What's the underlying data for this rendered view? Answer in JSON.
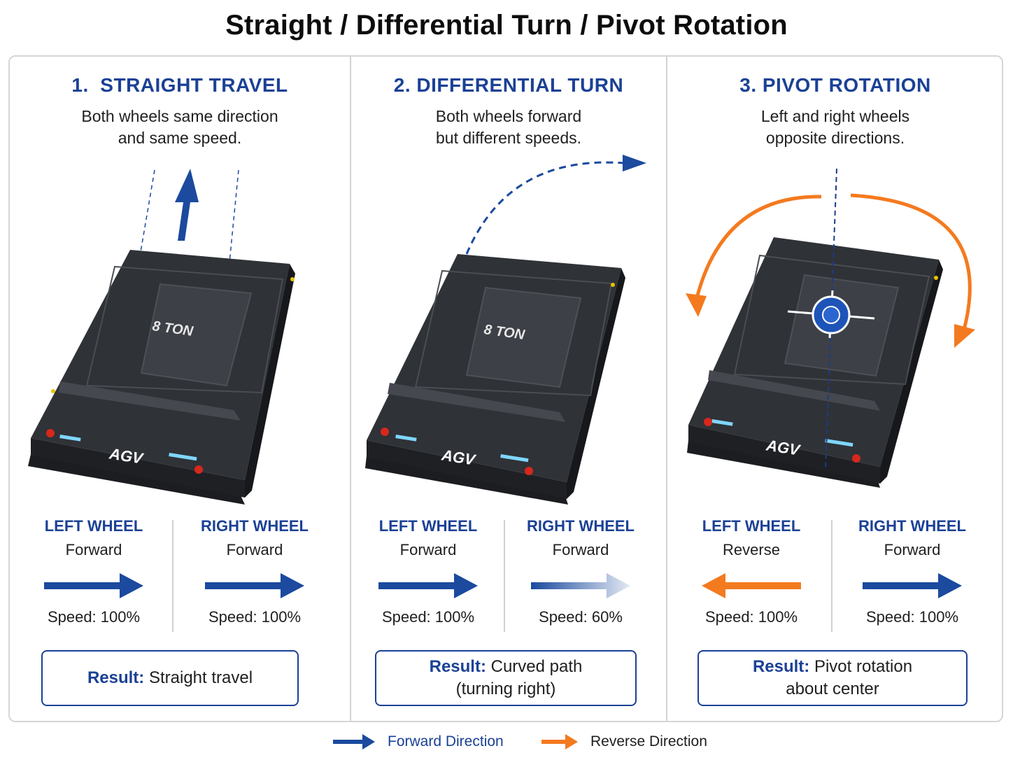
{
  "title": "Straight / Differential Turn / Pivot Rotation",
  "colors": {
    "forward": "#1b4a9e",
    "reverse": "#f47a1f",
    "accent_text": "#1b4196",
    "agv_body": "#3a3d42"
  },
  "panels": [
    {
      "title": "1.  STRAIGHT TRAVEL",
      "desc": [
        "Both wheels same direction",
        "and same speed."
      ],
      "agv_label": "8 TON",
      "agv_brand": "AGV",
      "left": {
        "label": "LEFT WHEEL",
        "direction": "Forward",
        "speed": "Speed: 100%",
        "arrow": "forward-full",
        "speed_value": 100
      },
      "right": {
        "label": "RIGHT WHEEL",
        "direction": "Forward",
        "speed": "Speed: 100%",
        "arrow": "forward-full",
        "speed_value": 100
      },
      "result_key": "Result:",
      "result": [
        "Straight travel"
      ]
    },
    {
      "title": "2. DIFFERENTIAL TURN",
      "desc": [
        "Both wheels forward",
        "but different speeds."
      ],
      "agv_label": "8 TON",
      "agv_brand": "AGV",
      "left": {
        "label": "LEFT WHEEL",
        "direction": "Forward",
        "speed": "Speed: 100%",
        "arrow": "forward-full",
        "speed_value": 100
      },
      "right": {
        "label": "RIGHT WHEEL",
        "direction": "Forward",
        "speed": "Speed: 60%",
        "arrow": "forward-fade",
        "speed_value": 60
      },
      "result_key": "Result:",
      "result": [
        "Curved path",
        "(turning right)"
      ]
    },
    {
      "title": "3. PIVOT ROTATION",
      "desc": [
        "Left and right wheels",
        "opposite directions."
      ],
      "agv_label": "",
      "agv_brand": "AGV",
      "left": {
        "label": "LEFT WHEEL",
        "direction": "Reverse",
        "speed": "Speed: 100%",
        "arrow": "reverse",
        "speed_value": 100
      },
      "right": {
        "label": "RIGHT WHEEL",
        "direction": "Forward",
        "speed": "Speed: 100%",
        "arrow": "forward-full",
        "speed_value": 100
      },
      "result_key": "Result:",
      "result": [
        "Pivot rotation",
        "about center"
      ]
    }
  ],
  "legend": {
    "forward": "Forward Direction",
    "reverse": "Reverse Direction"
  }
}
